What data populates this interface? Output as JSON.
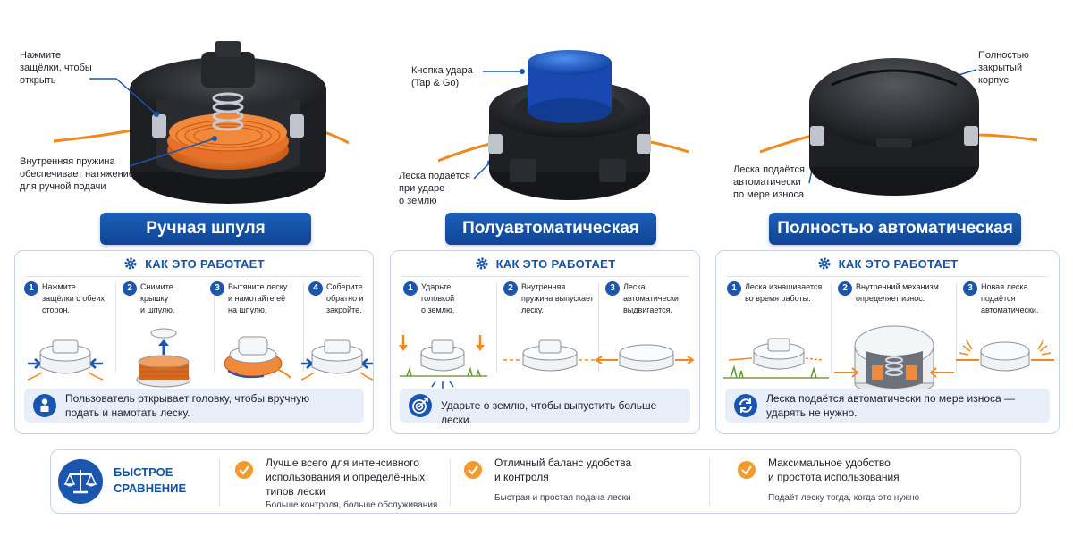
{
  "columns": [
    {
      "title": "Ручная шпуля",
      "callouts": {
        "top": [
          "Нажмите",
          "защёлки, чтобы",
          "открыть"
        ],
        "bottom": [
          "Внутренняя пружина",
          "обеспечивает натяжение",
          "для ручной подачи"
        ]
      },
      "how_label": "КАК ЭТО РАБОТАЕТ",
      "steps": [
        {
          "num": "1",
          "lines": [
            "Нажмите",
            "защёлки с обеих",
            "сторон."
          ]
        },
        {
          "num": "2",
          "lines": [
            "Снимите",
            "крышку",
            "и шпулю."
          ]
        },
        {
          "num": "3",
          "lines": [
            "Вытяните леску",
            "и намотайте её",
            "на шпулю."
          ]
        },
        {
          "num": "4",
          "lines": [
            "Соберите",
            "обратно и",
            "закройте."
          ]
        }
      ],
      "note": [
        "Пользователь открывает головку, чтобы вручную",
        "подать и намотать леску."
      ],
      "note_icon": "person-icon"
    },
    {
      "title": "Полуавтоматическая",
      "callouts": {
        "top": [
          "Кнопка удара",
          "(Tap & Go)"
        ],
        "bottom": [
          "Леска подаётся",
          "при ударе",
          "о землю"
        ]
      },
      "how_label": "КАК ЭТО РАБОТАЕТ",
      "steps": [
        {
          "num": "1",
          "lines": [
            "Ударьте",
            "головкой",
            "о землю."
          ]
        },
        {
          "num": "2",
          "lines": [
            "Внутренняя",
            "пружина выпускает",
            "леску."
          ]
        },
        {
          "num": "3",
          "lines": [
            "Леска",
            "автоматически",
            "выдвигается."
          ]
        }
      ],
      "note": [
        "Ударьте о землю, чтобы выпустить больше лески."
      ],
      "note_icon": "target-icon"
    },
    {
      "title": "Полностью автоматическая",
      "callouts": {
        "top": [
          "Полностью",
          "закрытый",
          "корпус"
        ],
        "bottom": [
          "Леска подаётся",
          "автоматически",
          "по мере износа"
        ]
      },
      "how_label": "КАК ЭТО РАБОТАЕТ",
      "steps": [
        {
          "num": "1",
          "lines": [
            "Леска изнашивается",
            "во время работы."
          ]
        },
        {
          "num": "2",
          "lines": [
            "Внутренний механизм",
            "определяет износ."
          ]
        },
        {
          "num": "3",
          "lines": [
            "Новая леска",
            "подаётся",
            "автоматически."
          ]
        }
      ],
      "note": [
        "Леска подаётся автоматически по мере износа —",
        "ударять не нужно."
      ],
      "note_icon": "refresh-icon"
    }
  ],
  "comparison": {
    "title": [
      "БЫСТРОЕ",
      "СРАВНЕНИЕ"
    ],
    "icon": "scales-icon",
    "items": [
      {
        "main": [
          "Лучше всего для интенсивного",
          "использования и определённых",
          "типов лески"
        ],
        "sub": "Больше контроля, больше обслуживания"
      },
      {
        "main": [
          "Отличный баланс удобства",
          "и контроля"
        ],
        "sub": "Быстрая и простая подача лески"
      },
      {
        "main": [
          "Максимальное удобство",
          "и простота использования"
        ],
        "sub": "Подаёт леску тогда, когда это нужно"
      }
    ]
  },
  "colors": {
    "accent_blue": "#1a56b0",
    "line_orange": "#f08a1e",
    "panel_border": "#c6d3e6",
    "tap_button_blue": "#1f5fd6",
    "check_orange": "#f29a2e"
  }
}
